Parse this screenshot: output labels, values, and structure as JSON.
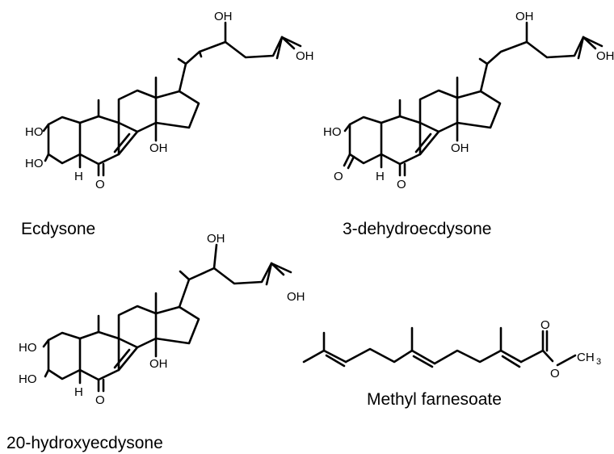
{
  "molecules": {
    "ecdysone": {
      "name": "Ecdysone",
      "labels": [
        "OH",
        "OH",
        "HO",
        "HO",
        "OH",
        "H",
        "O"
      ]
    },
    "dehydroecdysone": {
      "name": "3-dehydroecdysone",
      "labels": [
        "OH",
        "OH",
        "HO",
        "O",
        "OH",
        "H",
        "O"
      ]
    },
    "hydroxyecdysone": {
      "name": "20-hydroxyecdysone",
      "labels": [
        "OH",
        "OH",
        "HO",
        "HO",
        "OH",
        "H",
        "O"
      ]
    },
    "methyl_farnesoate": {
      "name": "Methyl farnesoate",
      "labels": [
        "O",
        "O",
        "CH",
        "3"
      ]
    }
  }
}
